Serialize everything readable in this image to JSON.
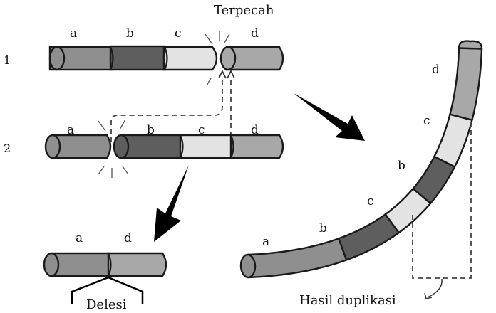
{
  "title": "Terpecah",
  "colors": {
    "a": "#8f8f8f",
    "b": "#5e5e5e",
    "c": "#e3e3e3",
    "d": "#a8a8a8",
    "outline": "#1a1a1a",
    "arrow": "#000000"
  },
  "rows": [
    {
      "number": "1",
      "segments": [
        "a",
        "b",
        "c",
        "d"
      ],
      "break_after": "c"
    },
    {
      "number": "2",
      "segments": [
        "a",
        "b",
        "c",
        "d"
      ],
      "break_after": "a"
    }
  ],
  "deletion": {
    "segments": [
      "a",
      "d"
    ],
    "label": "Delesi"
  },
  "duplication": {
    "segments": [
      "a",
      "b",
      "c",
      "b",
      "c",
      "d"
    ],
    "label": "Hasil duplikasi"
  }
}
